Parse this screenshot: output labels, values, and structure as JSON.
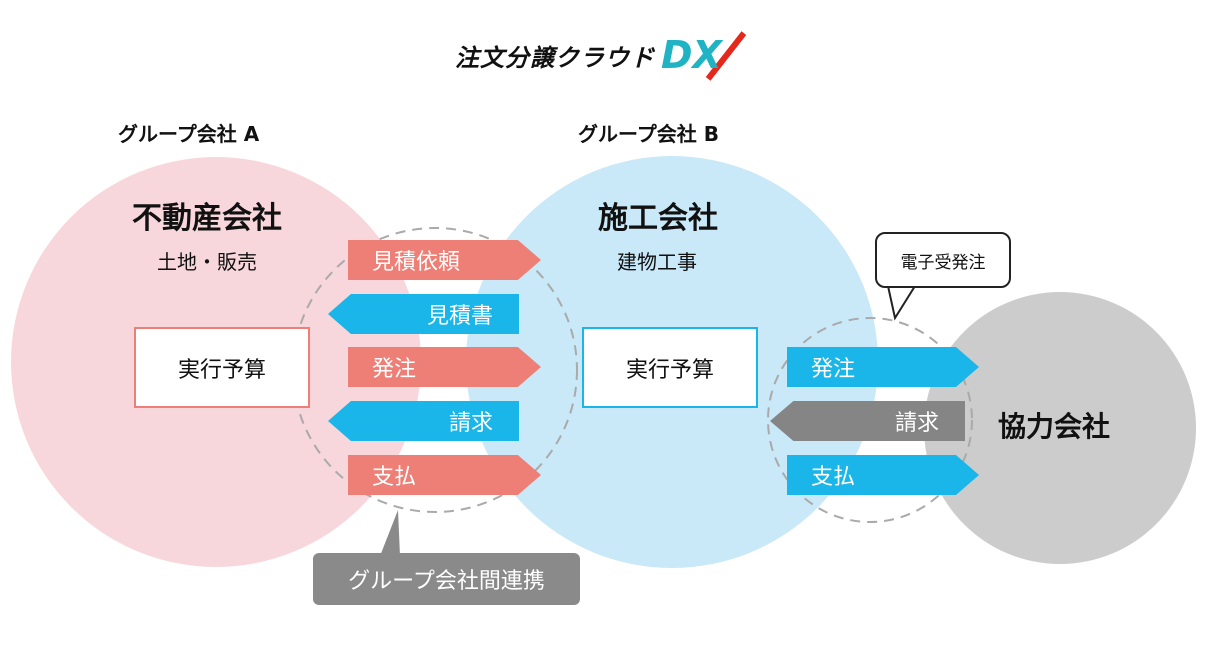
{
  "logo": {
    "text": "注文分譲クラウド",
    "suffix": "DX"
  },
  "groups": {
    "a": "グループ会社 A",
    "b": "グループ会社 B"
  },
  "company_a": {
    "name": "不動産会社",
    "desc": "土地・販売",
    "budget": "実行予算"
  },
  "company_b": {
    "name": "施工会社",
    "desc": "建物工事",
    "budget": "実行予算"
  },
  "company_c": {
    "name": "協力会社"
  },
  "flows_ab": [
    {
      "label": "見積依頼",
      "direction": "right"
    },
    {
      "label": "見積書",
      "direction": "left"
    },
    {
      "label": "発注",
      "direction": "right"
    },
    {
      "label": "請求",
      "direction": "left"
    },
    {
      "label": "支払",
      "direction": "right"
    }
  ],
  "flows_bc": [
    {
      "label": "発注",
      "direction": "right"
    },
    {
      "label": "請求",
      "direction": "left"
    },
    {
      "label": "支払",
      "direction": "right"
    }
  ],
  "bubble": "電子受発注",
  "callout": "グループ会社間連携",
  "colors": {
    "pink": "#f8d7dc",
    "lightblue": "#c9e8f8",
    "gray": "#cccccc",
    "red_arrow": "#ee7f76",
    "blue_arrow": "#1ab6ea",
    "gray_arrow": "#858585"
  }
}
